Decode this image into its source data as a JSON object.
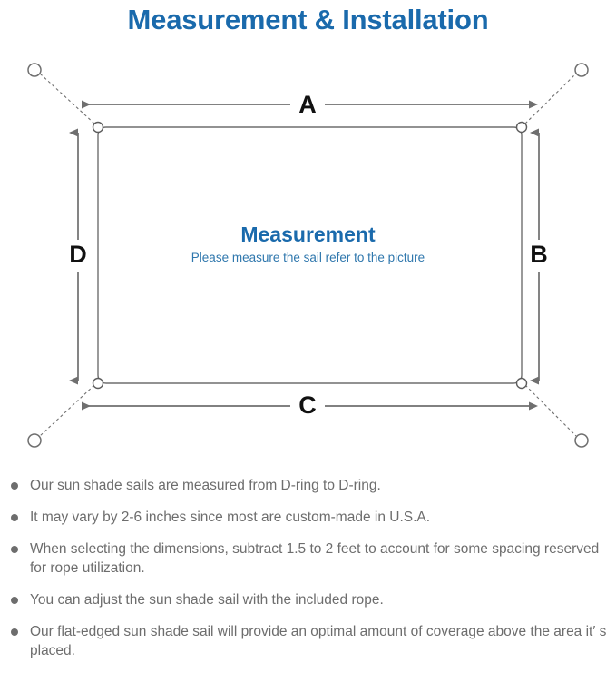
{
  "header": {
    "title": "Measurement & Installation",
    "title_color": "#1a6aac"
  },
  "diagram": {
    "center_title": "Measurement",
    "center_subtitle": "Please measure the sail refer to the picture",
    "center_title_color": "#1a6aac",
    "center_subtitle_color": "#2f77ad",
    "line_color": "#6f6f6f",
    "dimension_labels": {
      "top": "A",
      "right": "B",
      "bottom": "C",
      "left": "D"
    },
    "corner_ring_count": 4,
    "anchor_point_count": 4,
    "shape": "rectangle-sun-shade-sail"
  },
  "notes": {
    "items": [
      "Our sun shade sails are measured from D-ring to D-ring.",
      "It may vary by 2-6 inches since most are custom-made in U.S.A.",
      "When selecting the dimensions, subtract 1.5 to 2 feet to account for some spacing reserved for rope utilization.",
      "You can adjust the sun shade sail with the included rope.",
      "Our flat-edged sun shade sail will provide an optimal amount of coverage above the area it′ s placed."
    ],
    "text_color": "#6d6d6d",
    "bullet_color": "#6d6d6d"
  }
}
